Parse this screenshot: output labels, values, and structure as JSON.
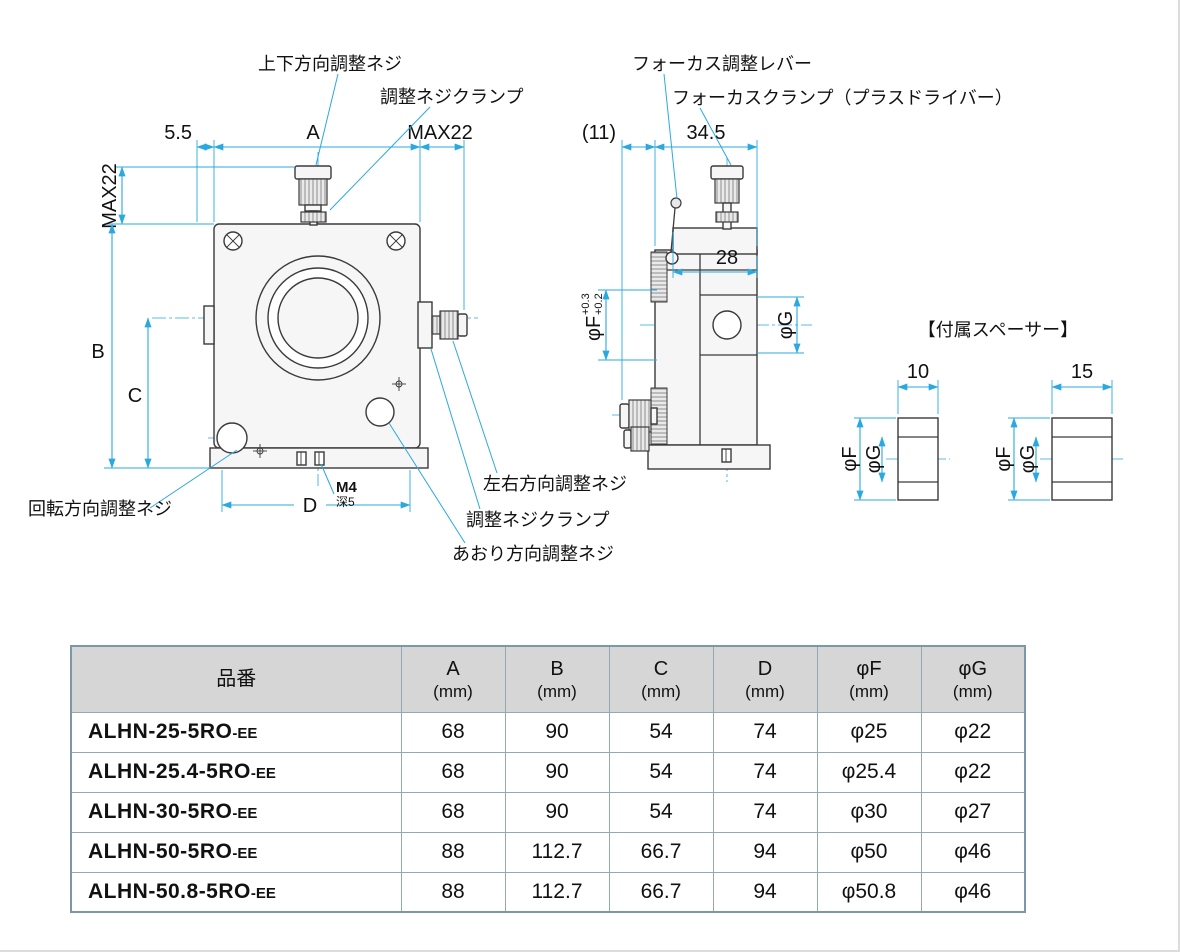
{
  "labels": {
    "vertical_screw": "上下方向調整ネジ",
    "clamp_top": "調整ネジクランプ",
    "focus_lever": "フォーカス調整レバー",
    "focus_clamp": "フォーカスクランプ（プラスドライバー）",
    "rotation_screw": "回転方向調整ネジ",
    "lr_screw": "左右方向調整ネジ",
    "clamp_side": "調整ネジクランプ",
    "tilt_screw": "あおり方向調整ネジ",
    "spacer_title": "【付属スペーサー】",
    "m4": "M4",
    "m4_depth": "深5"
  },
  "dims": {
    "d55": "5.5",
    "A": "A",
    "max22_h": "MAX22",
    "max22_v": "MAX22",
    "B": "B",
    "C": "C",
    "D": "D",
    "d11": "(11)",
    "d345": "34.5",
    "d28": "28",
    "phiF": "φF",
    "tol_hi": "+0.3",
    "tol_lo": "+0.2",
    "phiG": "φG",
    "s10": "10",
    "s15": "15"
  },
  "table": {
    "headers": {
      "part": "品番",
      "cols": [
        {
          "label": "A",
          "unit": "(mm)"
        },
        {
          "label": "B",
          "unit": "(mm)"
        },
        {
          "label": "C",
          "unit": "(mm)"
        },
        {
          "label": "D",
          "unit": "(mm)"
        },
        {
          "label": "φF",
          "unit": "(mm)"
        },
        {
          "label": "φG",
          "unit": "(mm)"
        }
      ]
    },
    "rows": [
      {
        "base": "ALHN-25-5RO",
        "suffix": "-EE",
        "a": "68",
        "b": "90",
        "c": "54",
        "d": "74",
        "f": "φ25",
        "g": "φ22"
      },
      {
        "base": "ALHN-25.4-5RO",
        "suffix": "-EE",
        "a": "68",
        "b": "90",
        "c": "54",
        "d": "74",
        "f": "φ25.4",
        "g": "φ22"
      },
      {
        "base": "ALHN-30-5RO",
        "suffix": "-EE",
        "a": "68",
        "b": "90",
        "c": "54",
        "d": "74",
        "f": "φ30",
        "g": "φ27"
      },
      {
        "base": "ALHN-50-5RO",
        "suffix": "-EE",
        "a": "88",
        "b": "112.7",
        "c": "66.7",
        "d": "94",
        "f": "φ50",
        "g": "φ46"
      },
      {
        "base": "ALHN-50.8-5RO",
        "suffix": "-EE",
        "a": "88",
        "b": "112.7",
        "c": "66.7",
        "d": "94",
        "f": "φ50.8",
        "g": "φ46"
      }
    ]
  },
  "colors": {
    "accent": "#29a9e0",
    "line": "#3a3a3a",
    "table_border": "#93a9b6",
    "header_bg": "#d6d6d6"
  }
}
